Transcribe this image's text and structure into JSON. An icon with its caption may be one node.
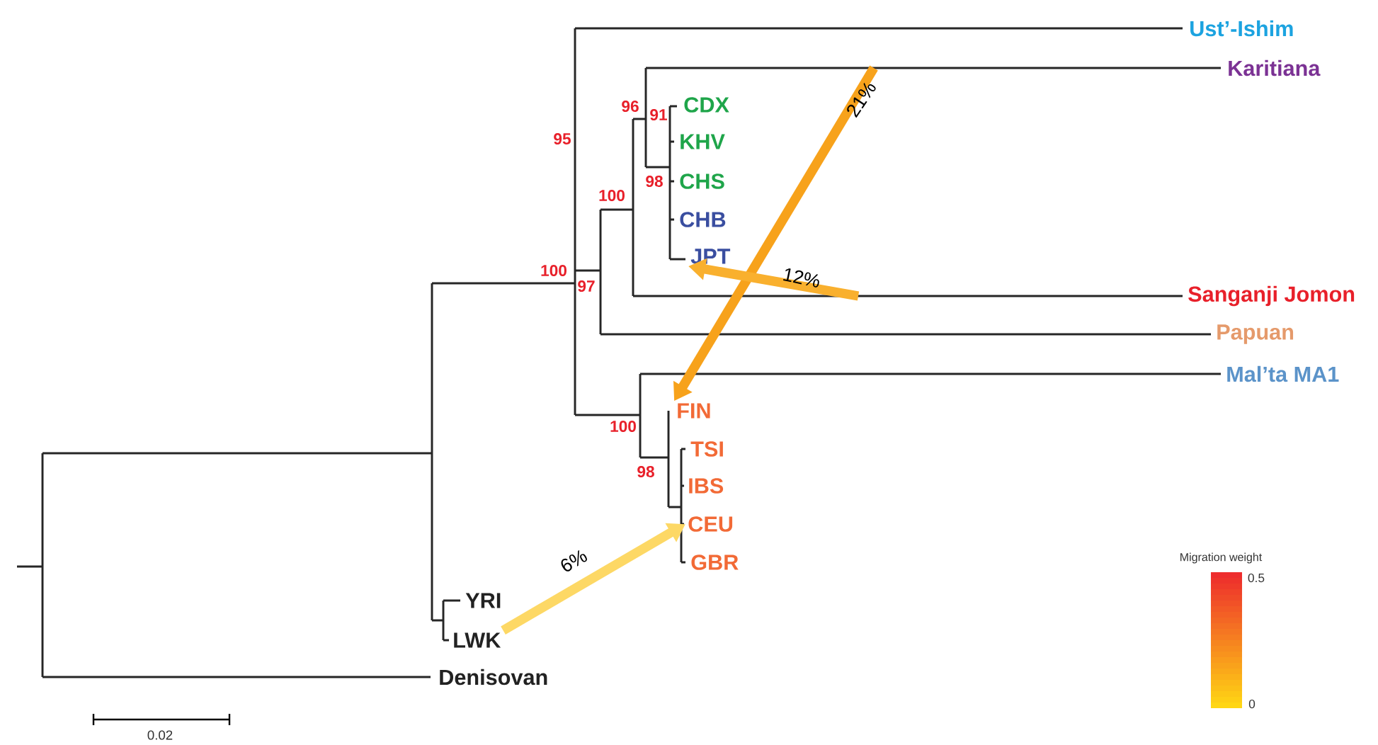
{
  "diagram": {
    "nodes": [
      {
        "text": [
          "Ust’-Ishim"
        ]
      },
      {
        "text": [
          "Karitiana"
        ]
      },
      {
        "text": [
          "CDX"
        ]
      },
      {
        "text": [
          "KHV"
        ]
      },
      {
        "text": [
          "CHS"
        ]
      },
      {
        "text": [
          "CHB"
        ]
      },
      {
        "text": [
          "JPT"
        ]
      },
      {
        "text": [
          "Sanganji Jomon"
        ]
      },
      {
        "text": [
          "Papuan"
        ]
      },
      {
        "text": [
          "Mal’ta MA1"
        ]
      },
      {
        "text": [
          "FIN"
        ]
      },
      {
        "text": [
          "TSI"
        ]
      },
      {
        "text": [
          "IBS"
        ]
      },
      {
        "text": [
          "CEU"
        ]
      },
      {
        "text": [
          "GBR"
        ]
      },
      {
        "text": [
          "YRI"
        ]
      },
      {
        "text": [
          "LWK"
        ]
      },
      {
        "text": [
          "Denisovan"
        ]
      }
    ],
    "edges": [
      {
        "from": null,
        "to": 10,
        "arrow": "to",
        "label": "21%",
        "color": "#f7a21b"
      },
      {
        "from": null,
        "to": 6,
        "arrow": "to",
        "label": "12%",
        "color": "#f9b02e"
      },
      {
        "from": 16,
        "to": 13,
        "arrow": "to",
        "label": "6%",
        "color": "#fdd865"
      }
    ],
    "labels": [
      "96",
      "91",
      "95",
      "98",
      "100",
      "100",
      "97",
      "100",
      "98",
      "Migration weight",
      "0.5",
      "0",
      "0.02"
    ]
  }
}
